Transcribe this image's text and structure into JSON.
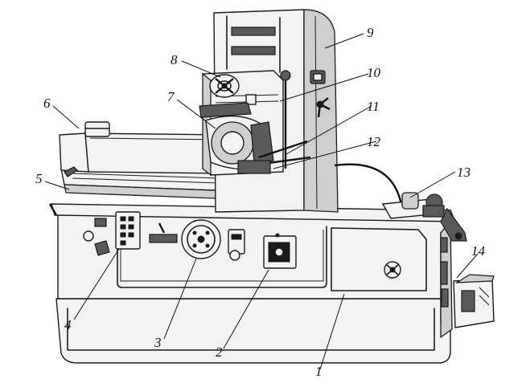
{
  "figure": {
    "callouts": [
      {
        "id": "c1",
        "label": "1"
      },
      {
        "id": "c2",
        "label": "2"
      },
      {
        "id": "c3",
        "label": "3"
      },
      {
        "id": "c4",
        "label": "4"
      },
      {
        "id": "c5",
        "label": "5"
      },
      {
        "id": "c6",
        "label": "6"
      },
      {
        "id": "c7",
        "label": "7"
      },
      {
        "id": "c8",
        "label": "8"
      },
      {
        "id": "c9",
        "label": "9"
      },
      {
        "id": "c10",
        "label": "10"
      },
      {
        "id": "c11",
        "label": "11"
      },
      {
        "id": "c12",
        "label": "12"
      },
      {
        "id": "c13",
        "label": "13"
      },
      {
        "id": "c14",
        "label": "14"
      }
    ]
  }
}
